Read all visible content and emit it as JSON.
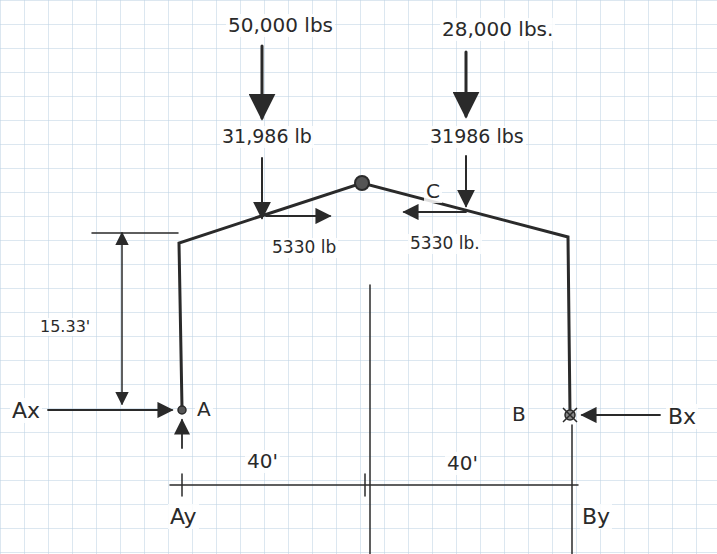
{
  "diagram": {
    "labels": [
      "50,000 lbs",
      "28,000 lbs.",
      "31,986 lb",
      "31986 lbs",
      "5330 lb",
      "5330 lb.",
      "C",
      "15.33'",
      "Ax",
      "A",
      "Ay",
      "40'",
      "40'",
      "B",
      "Bx",
      "By"
    ]
  }
}
